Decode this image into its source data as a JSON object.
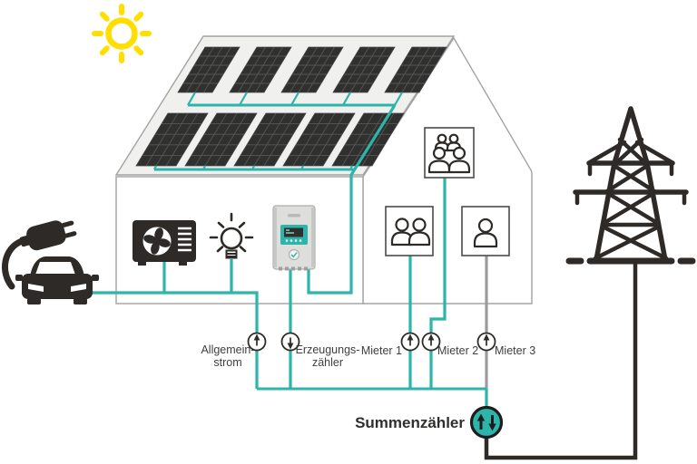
{
  "diagram": {
    "labels": {
      "allgemeinstrom": [
        "Allgemein-",
        "strom"
      ],
      "erzeugungszaehler": [
        "Erzeugungs-",
        "zähler"
      ],
      "mieter1": "Mieter 1",
      "mieter2": "Mieter 2",
      "mieter3": "Mieter 3",
      "summenzaehler": "Summenzähler"
    },
    "meters": [
      {
        "name": "allgemeinstrom",
        "label": "Allgemein-strom",
        "arrow": "up"
      },
      {
        "name": "erzeugungszaehler",
        "label": "Erzeugungs-zähler",
        "arrow": "down"
      },
      {
        "name": "mieter1",
        "label": "Mieter 1",
        "arrow": "up"
      },
      {
        "name": "mieter2",
        "label": "Mieter 2",
        "arrow": "up"
      },
      {
        "name": "mieter3",
        "label": "Mieter 3",
        "arrow": "up"
      },
      {
        "name": "summenzaehler",
        "label": "Summenzähler",
        "arrow": "up-down"
      }
    ],
    "solar": {
      "rows": 2,
      "panels_per_row": 5,
      "total_panels": 10
    },
    "components": [
      "sun-icon",
      "solar-panel-icon",
      "heat-pump-icon",
      "light-bulb-icon",
      "inverter-icon",
      "ev-charging-icon",
      "family-icon",
      "two-tenants-icon",
      "one-tenant-icon",
      "power-tower-icon"
    ],
    "colors": {
      "wire_teal": "#2DB4AB",
      "icon_black": "#2D2A27",
      "wire_gray": "#9C9C9C",
      "sun_yellow": "#FFDE00",
      "house_outline": "#A3A3A3",
      "roof_fill": "#F0F0EE",
      "panel_fill": "#30302E"
    }
  }
}
